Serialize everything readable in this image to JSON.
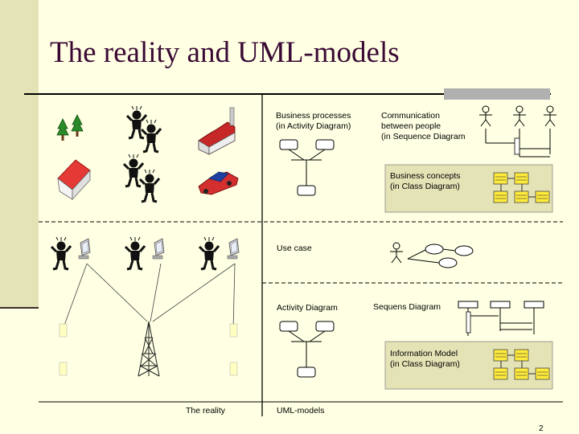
{
  "slide": {
    "title": "The reality and UML-models",
    "page_number": "2",
    "accent_color": "#e4e3b6",
    "title_color": "#3a0a35",
    "background_color": "#ffffe3"
  },
  "labels": {
    "business_processes": [
      "Business processes",
      "(in Activity Diagram)"
    ],
    "communication": [
      "Communication",
      "between people",
      "(in Sequence Diagram"
    ],
    "business_concepts": [
      "Business concepts",
      "(in Class Diagram)"
    ],
    "use_case": "Use case",
    "activity_diagram": "Activity Diagram",
    "sequens_diagram": "Sequens Diagram",
    "information_model": [
      "Information Model",
      "(in Class Diagram)"
    ],
    "the_reality": "The reality",
    "uml_models": "UML-models"
  }
}
